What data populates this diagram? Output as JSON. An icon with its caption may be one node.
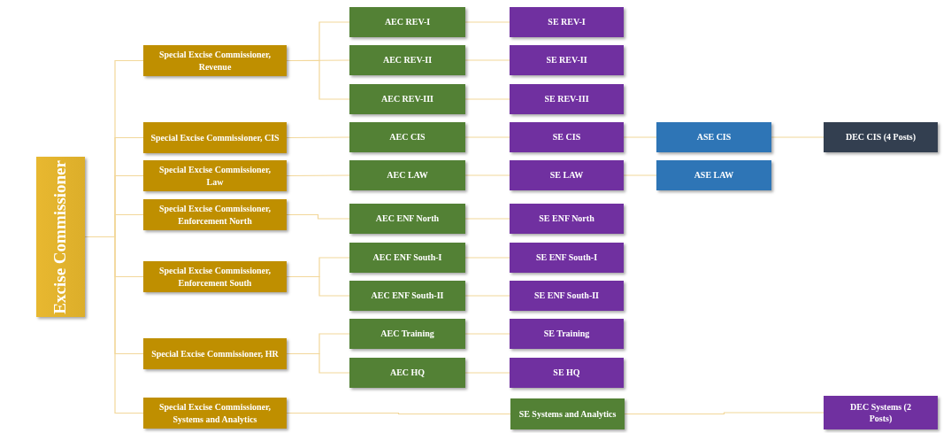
{
  "diagram": {
    "nodes": [
      {
        "text": [
          "Excise Commissioner"
        ]
      },
      {
        "text": [
          "Special Excise Commissioner, Revenue"
        ]
      },
      {
        "text": [
          "Special Excise Commissioner, CIS"
        ]
      },
      {
        "text": [
          "Special Excise Commissioner, Law"
        ]
      },
      {
        "text": [
          "Special Excise Commissioner, Enforcement North"
        ]
      },
      {
        "text": [
          "Special Excise Commissioner, Enforcement South"
        ]
      },
      {
        "text": [
          "Special Excise Commissioner, HR"
        ]
      },
      {
        "text": [
          "Special Excise Commissioner, Systems and Analytics"
        ]
      },
      {
        "text": [
          "AEC REV-I"
        ]
      },
      {
        "text": [
          "AEC REV-II"
        ]
      },
      {
        "text": [
          "AEC REV-III"
        ]
      },
      {
        "text": [
          "AEC CIS"
        ]
      },
      {
        "text": [
          "AEC LAW"
        ]
      },
      {
        "text": [
          "AEC ENF North"
        ]
      },
      {
        "text": [
          "AEC ENF South-I"
        ]
      },
      {
        "text": [
          "AEC ENF South-II"
        ]
      },
      {
        "text": [
          "AEC Training"
        ]
      },
      {
        "text": [
          "AEC HQ"
        ]
      },
      {
        "text": [
          "SE REV-I"
        ]
      },
      {
        "text": [
          "SE REV-II"
        ]
      },
      {
        "text": [
          "SE REV-III"
        ]
      },
      {
        "text": [
          "SE CIS"
        ]
      },
      {
        "text": [
          "SE LAW"
        ]
      },
      {
        "text": [
          "SE ENF North"
        ]
      },
      {
        "text": [
          "SE ENF South-I"
        ]
      },
      {
        "text": [
          "SE ENF South-II"
        ]
      },
      {
        "text": [
          "SE Training"
        ]
      },
      {
        "text": [
          "SE HQ"
        ]
      },
      {
        "text": [
          "SE Systems and Analytics"
        ]
      },
      {
        "text": [
          "ASE CIS"
        ]
      },
      {
        "text": [
          "ASE LAW"
        ]
      },
      {
        "text": [
          "DEC CIS (4 Posts)"
        ]
      },
      {
        "text": [
          "DEC Systems (2 Posts)"
        ]
      }
    ],
    "edges": [
      {
        "from": 0,
        "to": 1,
        "arrow": "none"
      },
      {
        "from": 0,
        "to": 2,
        "arrow": "none"
      },
      {
        "from": 0,
        "to": 3,
        "arrow": "none"
      },
      {
        "from": 0,
        "to": 4,
        "arrow": "none"
      },
      {
        "from": 0,
        "to": 5,
        "arrow": "none"
      },
      {
        "from": 0,
        "to": 6,
        "arrow": "none"
      },
      {
        "from": 0,
        "to": 7,
        "arrow": "none"
      },
      {
        "from": 1,
        "to": 8,
        "arrow": "none"
      },
      {
        "from": 1,
        "to": 9,
        "arrow": "none"
      },
      {
        "from": 1,
        "to": 10,
        "arrow": "none"
      },
      {
        "from": 2,
        "to": 11,
        "arrow": "none"
      },
      {
        "from": 3,
        "to": 12,
        "arrow": "none"
      },
      {
        "from": 4,
        "to": 13,
        "arrow": "none"
      },
      {
        "from": 5,
        "to": 14,
        "arrow": "none"
      },
      {
        "from": 5,
        "to": 15,
        "arrow": "none"
      },
      {
        "from": 6,
        "to": 16,
        "arrow": "none"
      },
      {
        "from": 6,
        "to": 17,
        "arrow": "none"
      },
      {
        "from": 7,
        "to": 28,
        "arrow": "none"
      },
      {
        "from": 8,
        "to": 18,
        "arrow": "none"
      },
      {
        "from": 9,
        "to": 19,
        "arrow": "none"
      },
      {
        "from": 10,
        "to": 20,
        "arrow": "none"
      },
      {
        "from": 11,
        "to": 21,
        "arrow": "none"
      },
      {
        "from": 12,
        "to": 22,
        "arrow": "none"
      },
      {
        "from": 13,
        "to": 23,
        "arrow": "none"
      },
      {
        "from": 14,
        "to": 24,
        "arrow": "none"
      },
      {
        "from": 15,
        "to": 25,
        "arrow": "none"
      },
      {
        "from": 16,
        "to": 26,
        "arrow": "none"
      },
      {
        "from": 17,
        "to": 27,
        "arrow": "none"
      },
      {
        "from": 21,
        "to": 29,
        "arrow": "none"
      },
      {
        "from": 22,
        "to": 30,
        "arrow": "none"
      },
      {
        "from": 29,
        "to": 31,
        "arrow": "none"
      },
      {
        "from": 28,
        "to": 32,
        "arrow": "none"
      }
    ]
  }
}
